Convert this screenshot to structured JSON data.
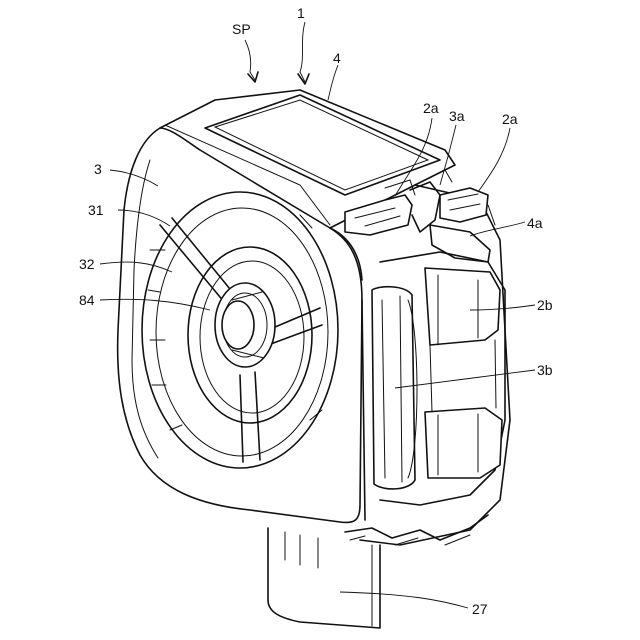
{
  "labels": {
    "sp": "SP",
    "one": "1",
    "four": "4",
    "two_a_left": "2a",
    "three_a": "3a",
    "two_a_right": "2a",
    "three": "3",
    "four_a": "4a",
    "thirty_one": "31",
    "thirty_two": "32",
    "two_b": "2b",
    "eighty_four": "84",
    "three_b": "3b",
    "twenty_seven": "27"
  }
}
